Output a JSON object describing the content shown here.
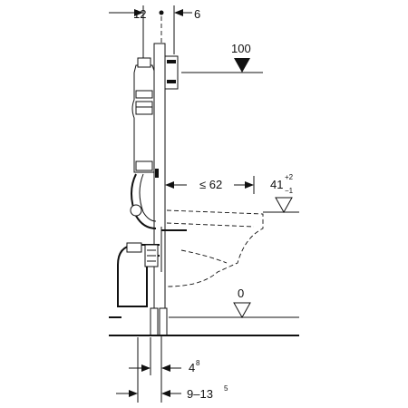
{
  "dimensions": {
    "top_left": "12",
    "top_right": "6",
    "height_flush_plate": "100",
    "max_depth": "≤ 62",
    "bowl_height_base": "41",
    "bowl_height_tol_plus": "+2",
    "bowl_height_tol_minus": "−1",
    "floor_level": "0",
    "bottom_upper_base": "4",
    "bottom_upper_sup": "8",
    "bottom_lower_base": "9–13",
    "bottom_lower_sup": "5"
  }
}
